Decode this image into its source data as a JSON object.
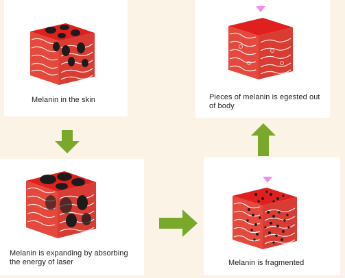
{
  "diagram": {
    "colors": {
      "background": "#fbf3e6",
      "panel": "#ffffff",
      "skin_top": "#e0201f",
      "skin_cells": "#e5483c",
      "melanin": "#1c1c1c",
      "arrow": "#7aa82b",
      "marker": "#ee8ff0"
    },
    "steps": [
      {
        "caption": "Melanin in the skin",
        "melanin": "clusters"
      },
      {
        "caption": "Melanin is expanding by absorbing the energy of laser",
        "melanin": "expanding"
      },
      {
        "caption": "Melanin is fragmented",
        "melanin": "fragmented"
      },
      {
        "caption": "Pieces of melanin is egested out of body",
        "melanin": "none"
      }
    ],
    "arrows": [
      "arrow-down",
      "arrow-right",
      "arrow-up"
    ]
  }
}
